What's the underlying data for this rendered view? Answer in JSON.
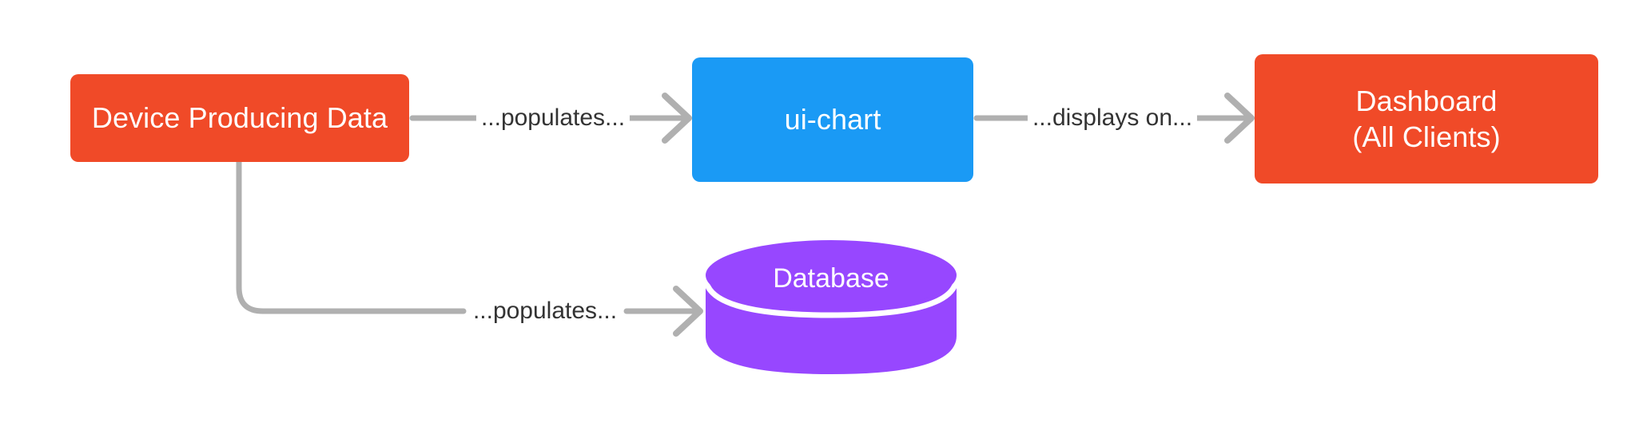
{
  "diagram": {
    "type": "flowchart",
    "orientation": "left-to-right",
    "background": "#ffffff",
    "nodes": [
      {
        "id": "device",
        "label": "Device Producing Data",
        "shape": "rounded-rectangle",
        "fill": "#f04a28",
        "text_color": "#ffffff"
      },
      {
        "id": "ui-chart",
        "label": "ui-chart",
        "shape": "rounded-rectangle",
        "fill": "#1a9af5",
        "text_color": "#ffffff"
      },
      {
        "id": "dashboard",
        "label": "Dashboard\n(All Clients)",
        "shape": "rounded-rectangle",
        "fill": "#f04a28",
        "text_color": "#ffffff"
      },
      {
        "id": "database",
        "label": "Database",
        "shape": "cylinder",
        "fill": "#9747ff",
        "text_color": "#ffffff"
      }
    ],
    "edges": [
      {
        "id": "device-to-uichart",
        "from": "device",
        "to": "ui-chart",
        "label": "...populates...",
        "color": "#b0b0b0",
        "arrowhead": "open-chevron"
      },
      {
        "id": "uichart-to-dashboard",
        "from": "ui-chart",
        "to": "dashboard",
        "label": "...displays on...",
        "color": "#b0b0b0",
        "arrowhead": "open-chevron"
      },
      {
        "id": "device-to-database",
        "from": "device",
        "to": "database",
        "label": "...populates...",
        "color": "#b0b0b0",
        "arrowhead": "open-chevron",
        "routing": "elbow-down-then-right"
      }
    ]
  }
}
